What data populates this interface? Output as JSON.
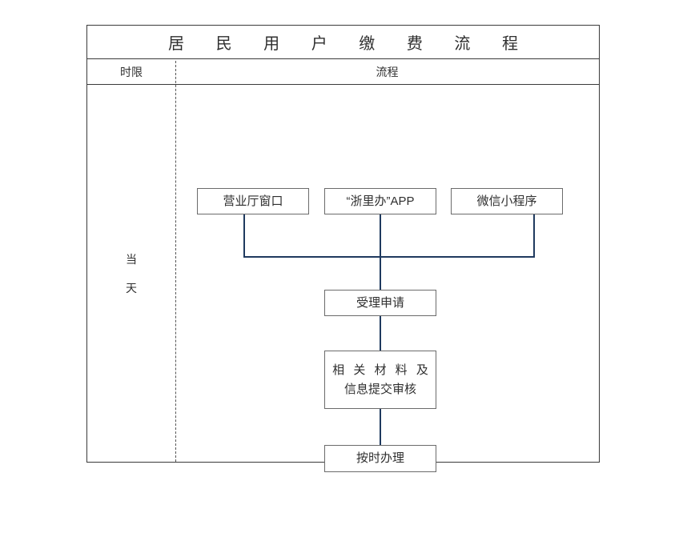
{
  "table": {
    "title": "居 民 用 户 缴 费 流 程",
    "columns": {
      "time_limit_header": "时限",
      "flow_header": "流程"
    },
    "time_limit_value_line1": "当",
    "time_limit_value_line2": "天"
  },
  "flow": {
    "channels": [
      {
        "id": "hall",
        "label": "营业厅窗口"
      },
      {
        "id": "app",
        "label": "“浙里办”APP"
      },
      {
        "id": "wechat",
        "label": "微信小程序"
      }
    ],
    "steps": [
      {
        "id": "accept",
        "label": "受理申请"
      },
      {
        "id": "materials",
        "line1": "相 关 材 料 及",
        "line2": "信息提交审核"
      },
      {
        "id": "handle",
        "label": "按时办理"
      }
    ]
  },
  "colors": {
    "connector": "#1f3a5f",
    "table_border": "#3a3a3a",
    "node_border": "#6b6b6b",
    "text": "#2f2f2f",
    "background": "#ffffff"
  }
}
